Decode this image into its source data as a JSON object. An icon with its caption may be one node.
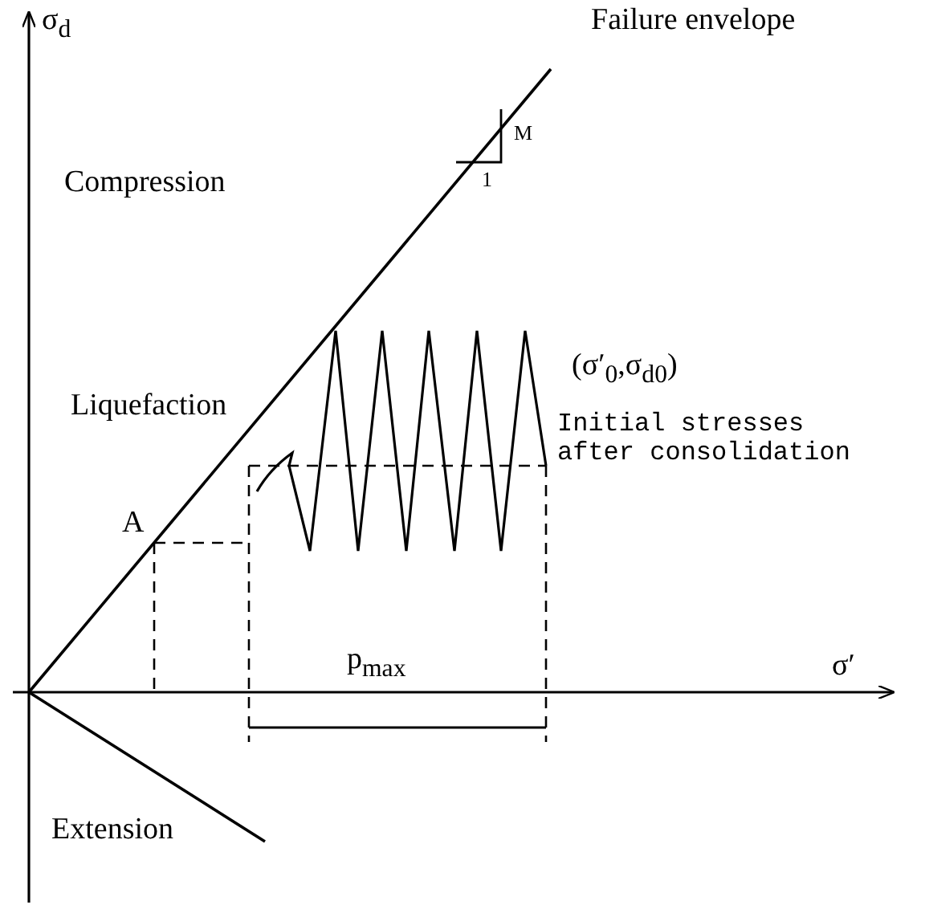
{
  "diagram": {
    "labels": [
      "σ$_{d}$",
      "Failure envelope",
      "Compression",
      "M",
      "1",
      "Liquefaction",
      "(σ′$_{0}$,σ$_{d0}$)",
      "Initial stresses after consolidation",
      "A",
      "p$_{max}$",
      "σ′",
      "Extension"
    ]
  }
}
